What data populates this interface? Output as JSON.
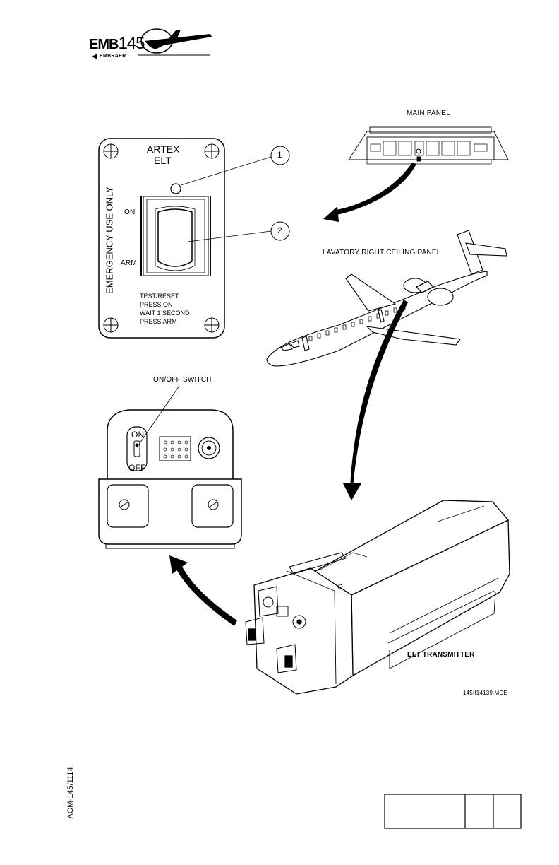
{
  "header": {
    "logo_model": "EMB",
    "logo_number": "145",
    "logo_brand": "EMBRAER"
  },
  "elt_panel": {
    "title_line1": "ARTEX",
    "title_line2": "ELT",
    "vertical_text": "EMERGENCY USE ONLY",
    "on_label": "ON",
    "arm_label": "ARM",
    "instructions": [
      "TEST/RESET",
      "PRESS ON",
      "WAIT 1 SECOND",
      "PRESS ARM"
    ],
    "callout_1": "1",
    "callout_2": "2"
  },
  "labels": {
    "main_panel": "MAIN PANEL",
    "lavatory": "LAVATORY RIGHT CEILING PANEL",
    "onoff_switch": "ON/OFF SWITCH",
    "switch_on": "ON",
    "switch_off": "OFF",
    "elt_transmitter": "ELT TRANSMITTER",
    "drawing_code": "145II14139.MCE"
  },
  "footer": {
    "doc_code": "AOM-145/1114"
  }
}
